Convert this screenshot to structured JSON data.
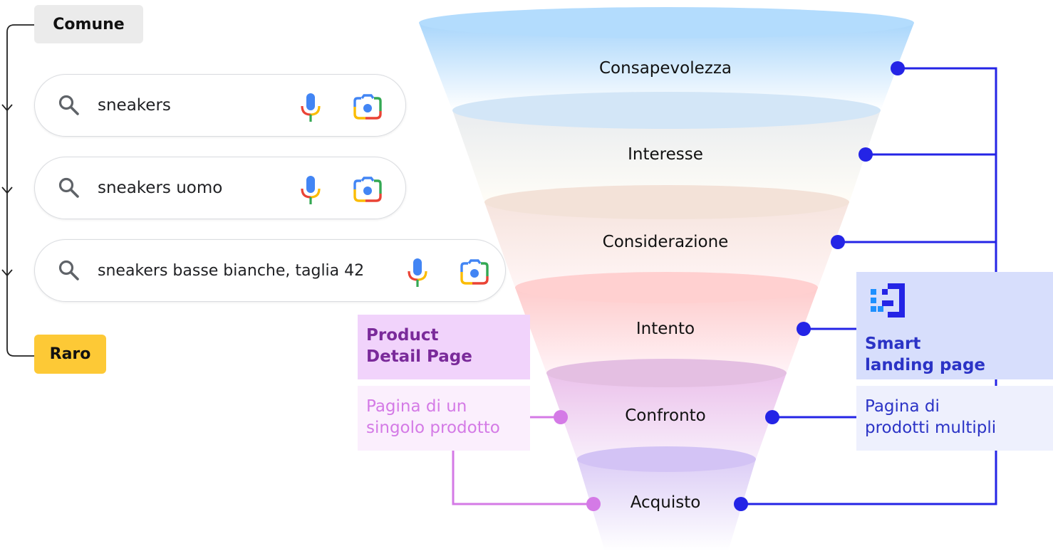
{
  "tags": {
    "common": "Comune",
    "rare": "Raro"
  },
  "searches": [
    {
      "query": "sneakers"
    },
    {
      "query": "sneakers uomo"
    },
    {
      "query": "sneakers basse bianche, taglia 42"
    }
  ],
  "funnel": {
    "stages": [
      "Consapevolezza",
      "Interesse",
      "Considerazione",
      "Intento",
      "Confronto",
      "Acquisto"
    ]
  },
  "pdp": {
    "title_line1": "Product",
    "title_line2": "Detail Page",
    "desc_line1": "Pagina di un",
    "desc_line2": "singolo prodotto"
  },
  "slp": {
    "title_line1": "Smart",
    "title_line2": "landing page",
    "desc_line1": "Pagina di",
    "desc_line2": "prodotti multipli"
  },
  "colors": {
    "pdp_accent": "#d47ae6",
    "slp_accent": "#2424e6"
  },
  "icons": [
    "search-icon",
    "microphone-icon",
    "camera-lens-icon",
    "smart-landing-logo-icon"
  ]
}
